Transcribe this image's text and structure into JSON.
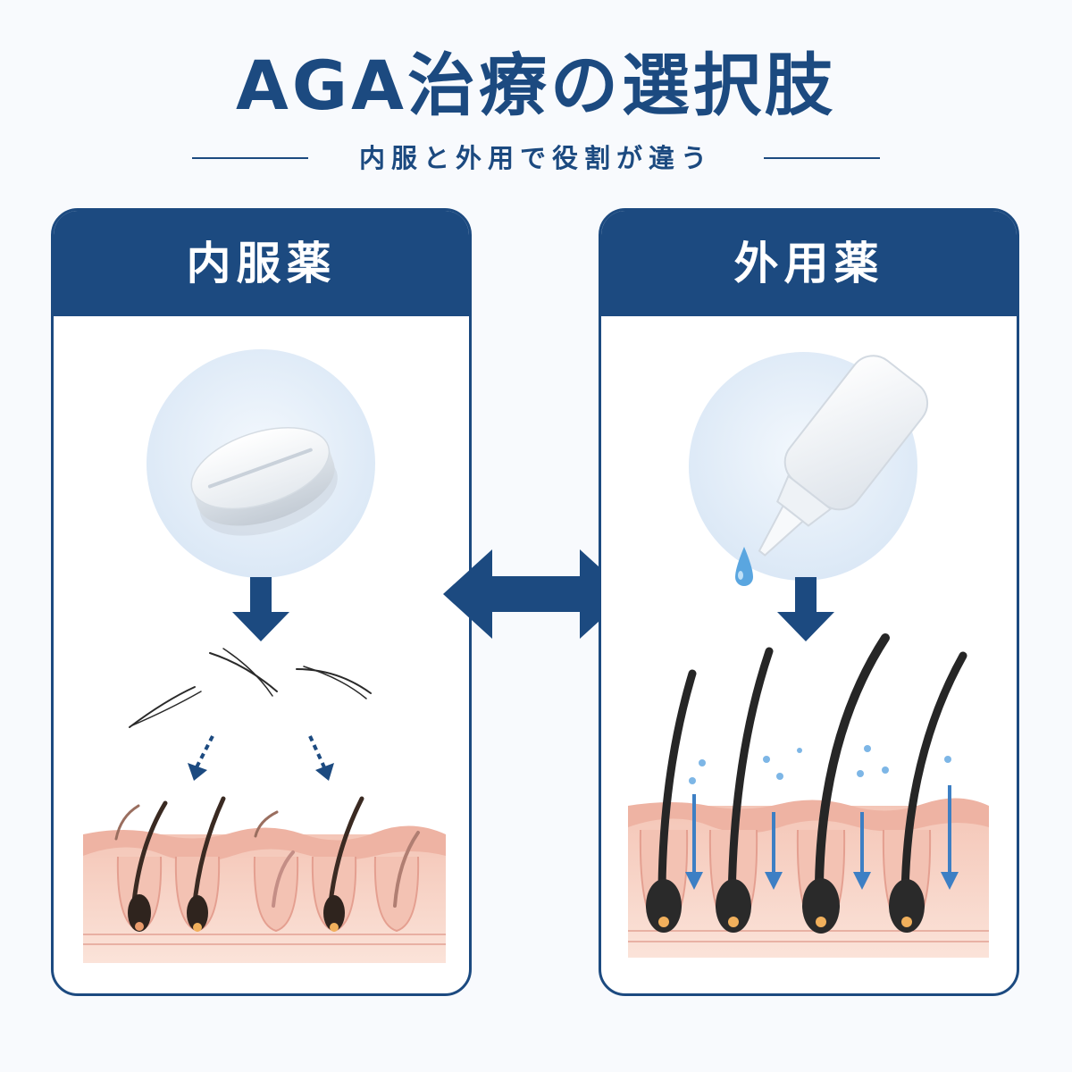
{
  "header": {
    "title": "AGA治療の選択肢",
    "subtitle": "内服と外用で役割が違う"
  },
  "panels": {
    "left": {
      "title": "内服薬"
    },
    "right": {
      "title": "外用薬"
    }
  },
  "icons": {
    "left_icon": "tablet-pill-icon",
    "right_icon": "dropper-bottle-icon",
    "center": "double-arrow-icon"
  },
  "colors": {
    "primary": "#1c4a80",
    "accent_blue": "#3d7fc4",
    "skin": "#f6cfc3",
    "hair": "#1e1e1e",
    "icon_bg": "#e5eff9"
  }
}
